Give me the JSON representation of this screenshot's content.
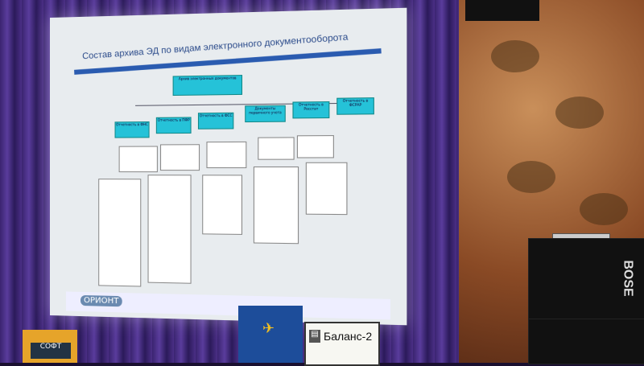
{
  "slide": {
    "title": "Состав архива ЭД по видам электронного документооборота",
    "root_node": "Архив электронных документов",
    "level1": [
      "Отчетность в ФНС",
      "Отчетность в ПФР",
      "Отчетность в ФСС",
      "Документы первичного учета",
      "Отчетность в Росстат",
      "Отчетность в ФСРАР"
    ],
    "footer_logo": "ОРИОНТ"
  },
  "signage": {
    "balance_label": "Баланс-2",
    "poster_label": "СОФТ"
  },
  "speakers": {
    "brand": "BOSE"
  }
}
